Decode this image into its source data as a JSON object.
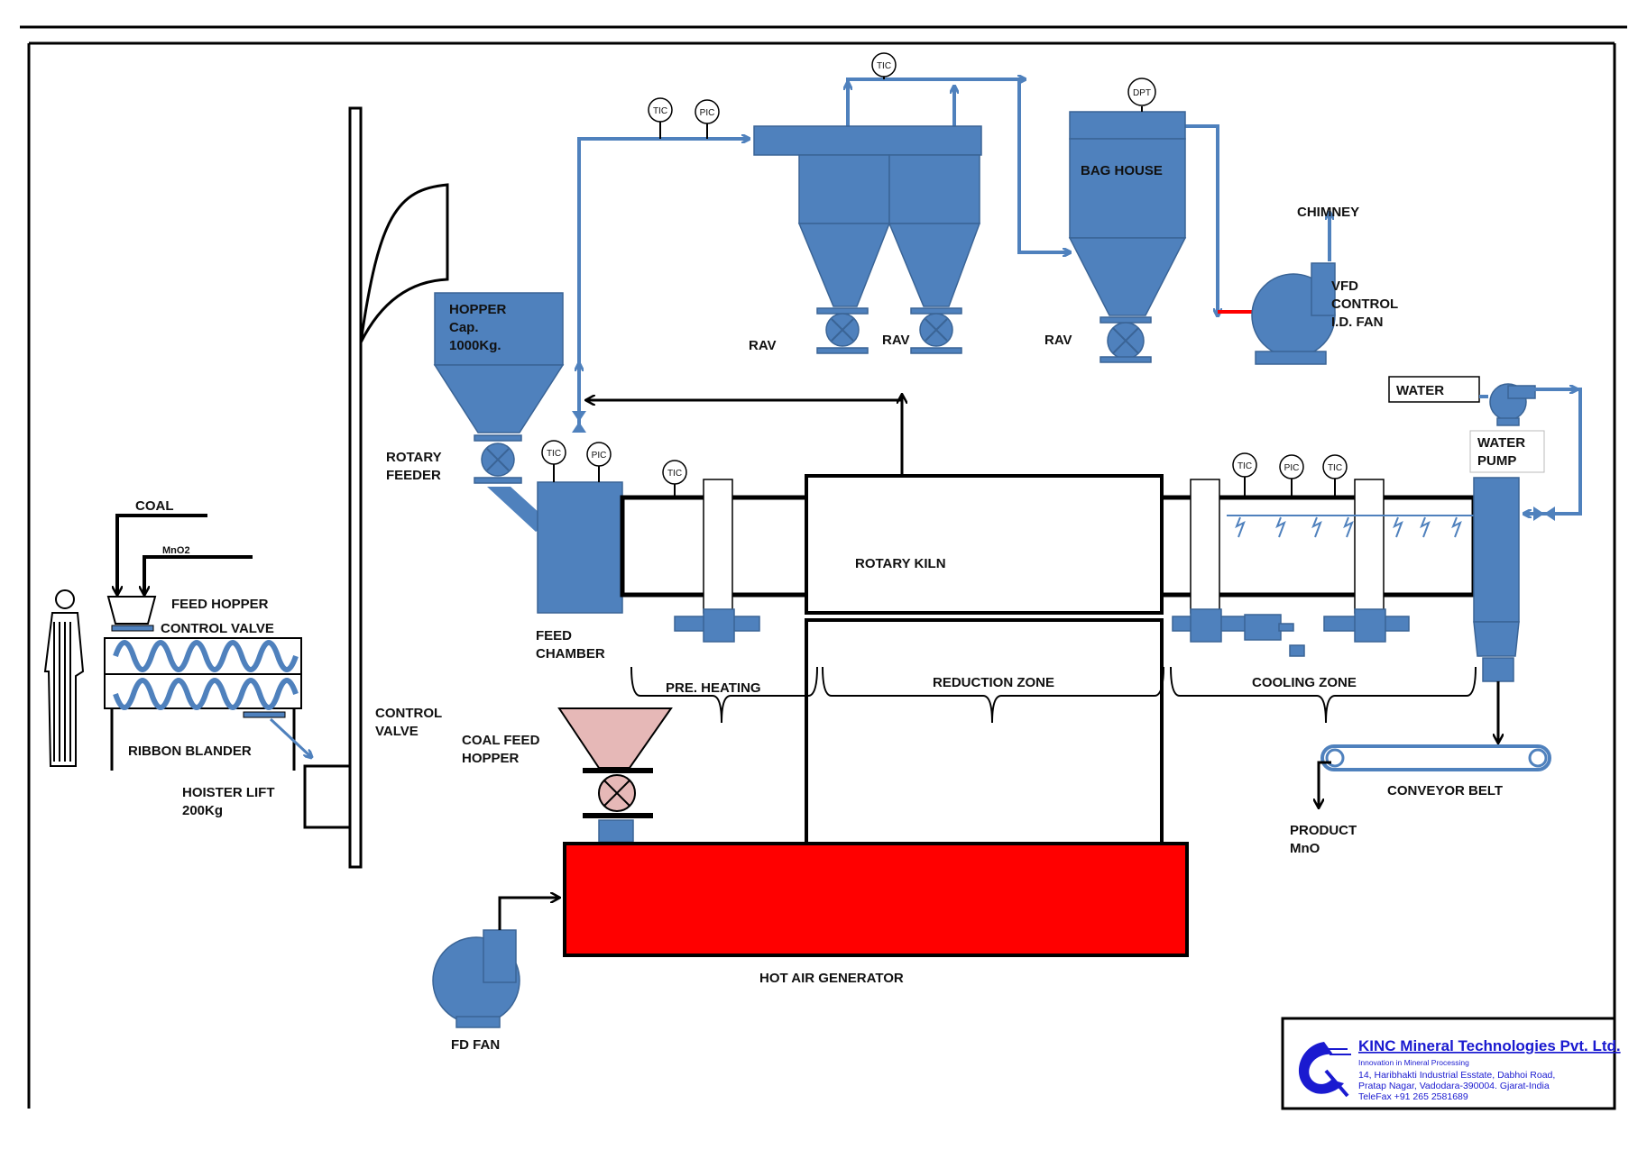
{
  "colors": {
    "equipment": "#4f81bd",
    "pipe": "#4f81bd",
    "hot_air_generator": "#ff0000",
    "coal_hopper": "#e6b8b7",
    "flow_arrow": "#ff0000",
    "company_text": "#1a1ad0"
  },
  "instruments": {
    "tic": "TIC",
    "pic": "PIC",
    "dpt": "DPT"
  },
  "labels": {
    "coal": "COAL",
    "mno2": "MnO2",
    "feed_hopper": "FEED HOPPER",
    "control_valve": "CONTROL VALVE",
    "ribbon_blander": "RIBBON BLANDER",
    "hoister_lift": [
      "HOISTER LIFT",
      "200Kg"
    ],
    "control_valve_2": [
      "CONTROL",
      "VALVE"
    ],
    "rotary_feeder": [
      "ROTARY",
      "FEEDER"
    ],
    "hopper": [
      "HOPPER",
      "Cap.",
      "1000Kg."
    ],
    "feed_chamber": [
      "FEED",
      "CHAMBER"
    ],
    "rav_1": "RAV",
    "rav_2": "RAV",
    "rav_3": "RAV",
    "bag_house": "BAG HOUSE",
    "chimney": "CHIMNEY",
    "vfd": [
      "VFD",
      "CONTROL",
      "I.D. FAN"
    ],
    "water": "WATER",
    "water_pump": [
      "WATER",
      "PUMP"
    ],
    "rotary_kiln": "ROTARY KILN",
    "pre_heating": "PRE. HEATING",
    "reduction_zone": "REDUCTION ZONE",
    "cooling_zone": "COOLING ZONE",
    "coal_feed_hopper": [
      "COAL FEED",
      "HOPPER"
    ],
    "hot_air_generator": "HOT AIR GENERATOR",
    "fd_fan": "FD FAN",
    "conveyor_belt": "CONVEYOR BELT",
    "product": [
      "PRODUCT",
      "MnO"
    ]
  },
  "company": {
    "name": "KINC Mineral Technologies Pvt. Ltd.",
    "tagline": "Innovation in Mineral Processing",
    "address": [
      "14, Haribhakti Industrial Esstate, Dabhoi Road,",
      "Pratap Nagar, Vadodara-390004. Gjarat-India",
      "TeleFax +91 265 2581689"
    ]
  }
}
